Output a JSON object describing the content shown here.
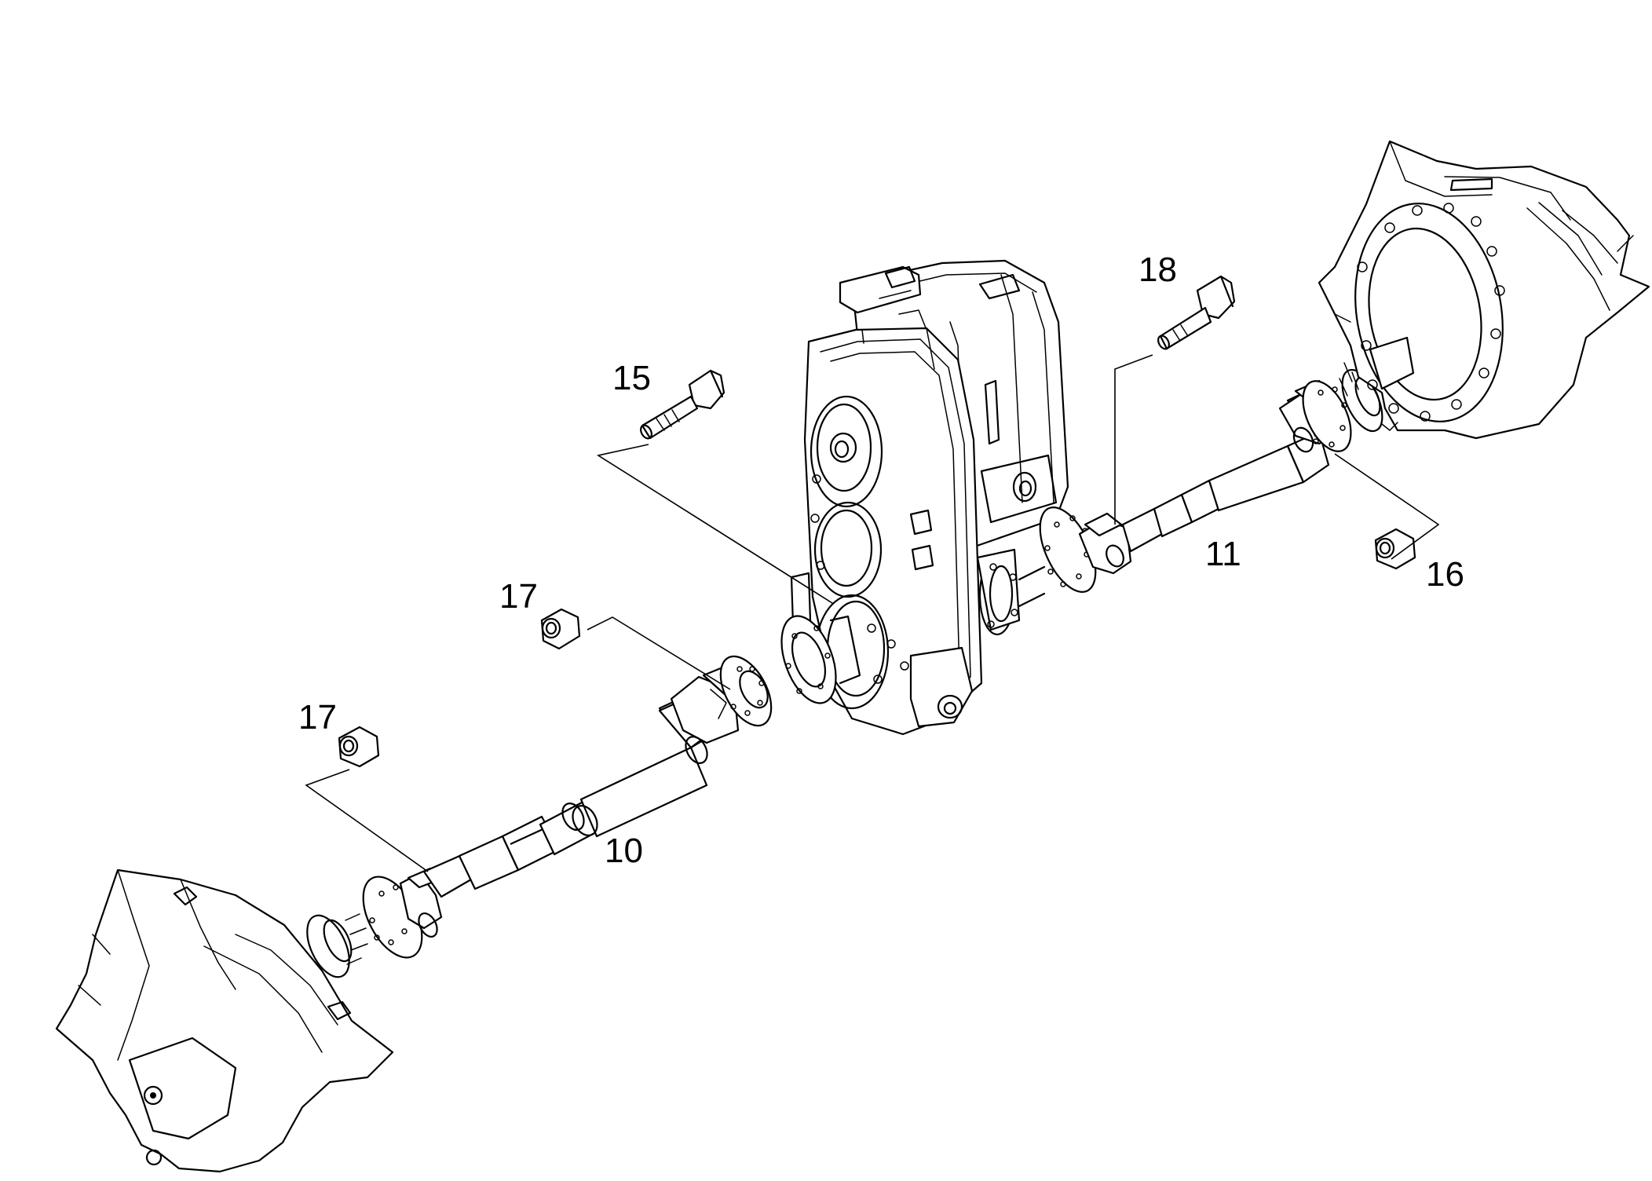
{
  "callouts": {
    "c10": "10",
    "c11": "11",
    "c15": "15",
    "c16": "16",
    "c17a": "17",
    "c17b": "17",
    "c18": "18"
  },
  "colors": {
    "line": "#000000",
    "background": "#ffffff"
  }
}
